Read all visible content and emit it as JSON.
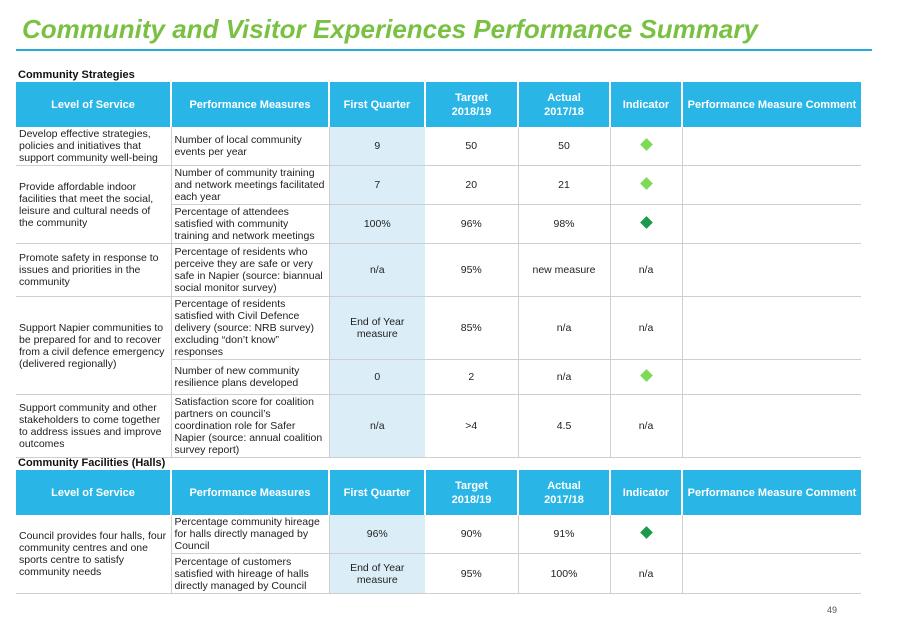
{
  "page": {
    "title": "Community and Visitor Experiences Performance Summary",
    "page_number": "49"
  },
  "colors": {
    "title": "#7ac143",
    "header_bg": "#29b6e6",
    "first_quarter_bg": "#dbeef8",
    "indicator_light_green": "#7ed957",
    "indicator_dark_green": "#1a9a4a"
  },
  "headers": {
    "level_of_service": "Level of Service",
    "performance_measures": "Performance Measures",
    "first_quarter": "First Quarter",
    "target_1": "Target",
    "target_2": "2018/19",
    "actual_1": "Actual",
    "actual_2": "2017/18",
    "indicator": "Indicator",
    "comment": "Performance Measure Comment"
  },
  "section1": {
    "title": "Community Strategies",
    "rows": [
      {
        "los": "Develop effective strategies, policies and initiatives that support community well-being",
        "measure": "Number of local community events per year",
        "first_quarter": "9",
        "target": "50",
        "actual": "50",
        "indicator_text": "",
        "indicator": "light-green-diamond-icon"
      },
      {
        "los": "Provide affordable indoor facilities that meet the social, leisure and cultural needs of the community",
        "measure": "Number of community training and network meetings facilitated each year",
        "first_quarter": "7",
        "target": "20",
        "actual": "21",
        "indicator_text": "",
        "indicator": "light-green-diamond-icon"
      },
      {
        "los": "",
        "measure": "Percentage of attendees satisfied with community training and network meetings",
        "first_quarter": "100%",
        "target": "96%",
        "actual": "98%",
        "indicator_text": "",
        "indicator": "dark-green-diamond-icon"
      },
      {
        "los": "Promote safety in response to issues and priorities in the community",
        "measure": "Percentage of residents who perceive they are safe or very safe in Napier (source: biannual social monitor survey)",
        "first_quarter": "n/a",
        "target": "95%",
        "actual": "new measure",
        "indicator_text": "n/a",
        "indicator": ""
      },
      {
        "los": "Support Napier communities to be prepared for and to recover from a civil defence emergency (delivered regionally)",
        "measure": "Percentage of residents satisfied with Civil Defence delivery (source: NRB survey) excluding “don’t know” responses",
        "first_quarter": "End of Year measure",
        "target": "85%",
        "actual": "n/a",
        "indicator_text": "n/a",
        "indicator": ""
      },
      {
        "los": "",
        "measure": "Number of new community resilience plans developed",
        "first_quarter": "0",
        "target": "2",
        "actual": "n/a",
        "indicator_text": "",
        "indicator": "light-green-diamond-icon"
      },
      {
        "los": "Support community and other stakeholders to come together to address issues and improve outcomes",
        "measure": "Satisfaction score for coalition partners on council’s coordination role for Safer Napier (source: annual coalition survey report)",
        "first_quarter": "n/a",
        "target": ">4",
        "actual": "4.5",
        "indicator_text": "n/a",
        "indicator": ""
      }
    ]
  },
  "section2": {
    "title": "Community Facilities (Halls)",
    "rows": [
      {
        "los": "Council provides four halls, four community centres and one sports centre to satisfy community needs",
        "measure": "Percentage community hireage for halls directly managed by Council",
        "first_quarter": "96%",
        "target": "90%",
        "actual": "91%",
        "indicator_text": "",
        "indicator": "dark-green-diamond-icon"
      },
      {
        "los": "",
        "measure": "Percentage of customers satisfied with hireage of halls directly managed by Council",
        "first_quarter": "End of Year measure",
        "target": "95%",
        "actual": "100%",
        "indicator_text": "n/a",
        "indicator": ""
      }
    ]
  }
}
